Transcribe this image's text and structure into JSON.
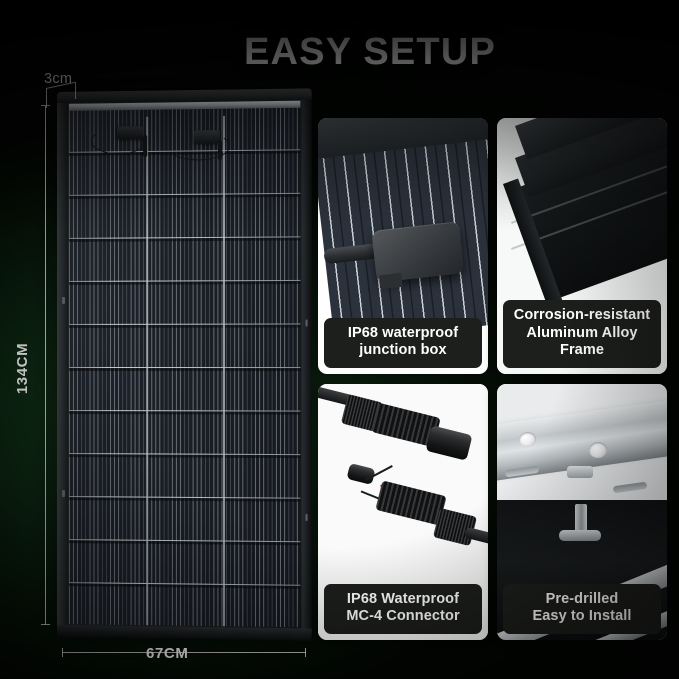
{
  "page": {
    "headline": "EASY SETUP",
    "background_color": "#081a0b",
    "accent_color": "#14381a"
  },
  "product": {
    "name": "solar-panel",
    "dimensions": {
      "depth_label": "3cm",
      "height_label": "134CM",
      "width_label": "67CM"
    }
  },
  "cards": [
    {
      "id": "junction-box",
      "caption_line1": "IP68 waterproof",
      "caption_line2": "junction box",
      "photo": "solar-panel-junction-box-closeup"
    },
    {
      "id": "aluminum-frame",
      "caption_line1": "Corrosion-resistant",
      "caption_line2": "Aluminum Alloy Frame",
      "photo": "aluminum-frame-corner-closeup"
    },
    {
      "id": "mc4-connector",
      "caption_line1": "IP68 Waterproof",
      "caption_line2": "MC-4 Connector",
      "photo": "mc4-connector-pair"
    },
    {
      "id": "pre-drilled",
      "caption_line1": "Pre-drilled",
      "caption_line2": "Easy to Install",
      "photo": "mounting-bracket-predrilled-holes"
    }
  ]
}
